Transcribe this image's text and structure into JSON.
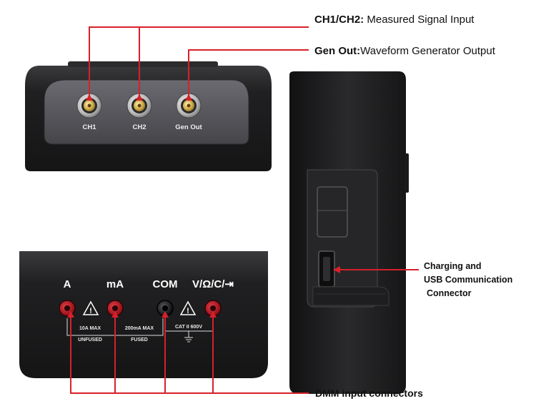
{
  "callouts": {
    "ch_bold": "CH1/CH2:",
    "ch_text": "Measured Signal Input",
    "gen_bold": "Gen Out:",
    "gen_text": "Waveform Generator Output",
    "charging_line1": "Charging and",
    "charging_line2": "USB Communication",
    "charging_line3": "Connector",
    "dmm": "DMM input connectors"
  },
  "top_panel": {
    "bnc_labels": [
      "CH1",
      "CH2",
      "Gen Out"
    ]
  },
  "bottom_panel": {
    "jack_labels": [
      "A",
      "mA",
      "COM",
      "V/Ω/C/⇥"
    ],
    "rating_10a": "10A MAX",
    "unfused": "UNFUSED",
    "rating_200ma": "200mA MAX",
    "fused": "FUSED",
    "cat": "CAT II 600V"
  },
  "colors": {
    "leader": "#d8202a",
    "body_dark": "#1c1c1e",
    "panel_gray": "#505055",
    "gold": "#d8b450",
    "jack_red": "#a0141c"
  }
}
